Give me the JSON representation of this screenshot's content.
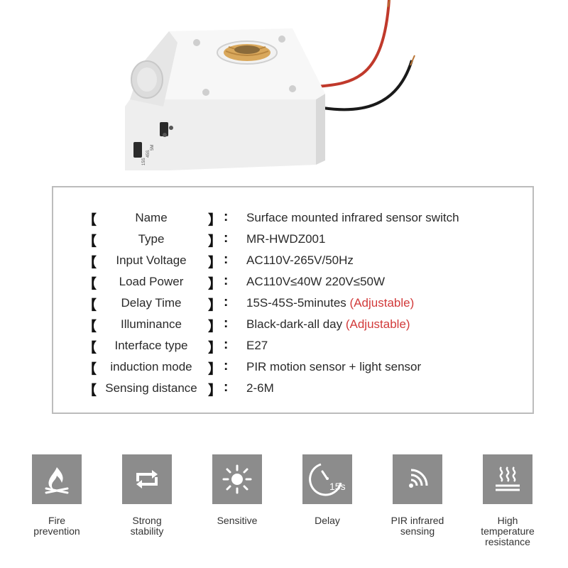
{
  "product": {
    "socket_labels": [
      "15S",
      "45S",
      "5M"
    ]
  },
  "specs": {
    "bracket_open": "【",
    "bracket_close": "】",
    "colon": ":",
    "rows": [
      {
        "label": "Name",
        "value": "Surface mounted infrared sensor switch",
        "note": ""
      },
      {
        "label": "Type",
        "value": "MR-HWDZ001",
        "note": ""
      },
      {
        "label": "Input Voltage",
        "value": "AC110V-265V/50Hz",
        "note": ""
      },
      {
        "label": "Load Power",
        "value": "AC110V≤40W 220V≤50W",
        "note": ""
      },
      {
        "label": "Delay Time",
        "value": "15S-45S-5minutes",
        "note": "(Adjustable)"
      },
      {
        "label": "Illuminance",
        "value": "Black-dark-all day",
        "note": "(Adjustable)"
      },
      {
        "label": "Interface type",
        "value": "E27",
        "note": ""
      },
      {
        "label": "induction mode",
        "value": "PIR motion sensor + light sensor",
        "note": ""
      },
      {
        "label": "Sensing distance",
        "value": "2-6M",
        "note": ""
      }
    ],
    "note_color": "#d23a3a"
  },
  "features": [
    {
      "icon": "fire-prevention-icon",
      "line1": "Fire",
      "line2": "prevention",
      "line3": ""
    },
    {
      "icon": "strong-stability-icon",
      "line1": "Strong",
      "line2": "stability",
      "line3": ""
    },
    {
      "icon": "sensitive-icon",
      "line1": "Sensitive",
      "line2": "",
      "line3": ""
    },
    {
      "icon": "delay-icon",
      "line1": "Delay",
      "line2": "",
      "line3": "",
      "badge": "15s"
    },
    {
      "icon": "pir-infrared-sensing-icon",
      "line1": "PIR infrared",
      "line2": "sensing",
      "line3": ""
    },
    {
      "icon": "high-temperature-resistance-icon",
      "line1": "High",
      "line2": "temperature",
      "line3": "resistance"
    }
  ],
  "colors": {
    "tile": "#8c8c8c",
    "border": "#bcbcbc",
    "wire_red": "#c0392b",
    "wire_black": "#1a1a1a",
    "socket_brass": "#d9a85c"
  }
}
